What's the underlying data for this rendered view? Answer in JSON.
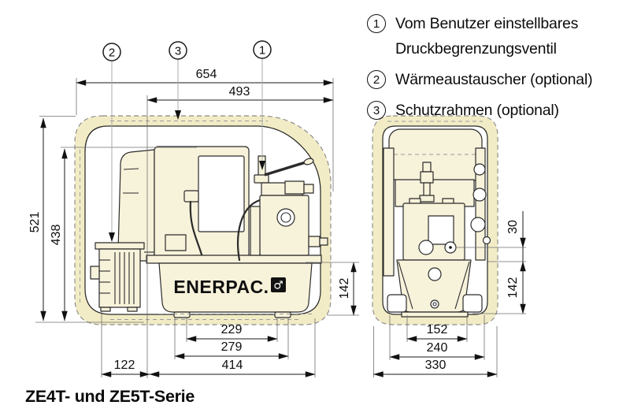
{
  "colors": {
    "frame_fill": "#f2ecc6",
    "machine_fill": "#f7f2da",
    "line_color": "#2b2b2b"
  },
  "legend": {
    "items": [
      {
        "num": "1",
        "lines": [
          "Vom Benutzer einstellbares",
          "Druckbegrenzungsventil"
        ]
      },
      {
        "num": "2",
        "lines": [
          "Wärmeaustauscher (optional)"
        ]
      },
      {
        "num": "3",
        "lines": [
          "Schutzrahmen (optional)"
        ]
      }
    ]
  },
  "callouts": {
    "pressure_valve": "1",
    "heat_exchanger": "2",
    "guard_frame": "3"
  },
  "dims": {
    "front": {
      "overall_length": "654",
      "pump_length": "493",
      "overall_height": "521",
      "pump_height": "438",
      "port_height": "142",
      "mount_inner": "229",
      "mount_outer": "279",
      "exchanger_depth": "122",
      "base_length": "414"
    },
    "side": {
      "port_offset": "30",
      "port_height": "142",
      "mount_width": "152",
      "base_width": "240",
      "overall_width": "330"
    }
  },
  "logo": {
    "text": "ENERPAC.",
    "mark": "♂"
  },
  "caption": "ZE4T- und ZE5T-Serie"
}
